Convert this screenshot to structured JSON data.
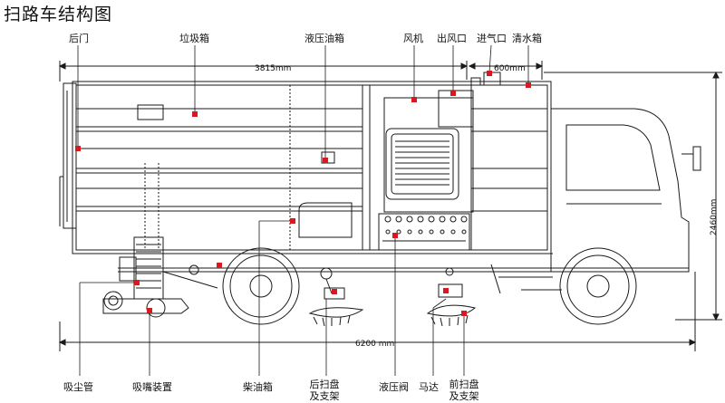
{
  "title": "扫路车结构图",
  "labels": {
    "rear_door": "后门",
    "garbage_box": "垃圾箱",
    "hydraulic_oil_tank": "液压油箱",
    "fan": "风机",
    "air_outlet": "出风口",
    "air_inlet": "进气口",
    "clean_water_tank": "清水箱",
    "dust_suction_pipe": "吸尘管",
    "suction_nozzle": "吸嘴装置",
    "diesel_tank": "柴油箱",
    "rear_brush_line1": "后扫盘",
    "rear_brush_line2": "及支架",
    "hydraulic_valve": "液压阀",
    "motor": "马达",
    "front_brush_line1": "前扫盘",
    "front_brush_line2": "及支架"
  },
  "dimensions": {
    "body_length": "3815mm",
    "inlet_width": "600mm",
    "overall_length": "6200 mm",
    "overall_height": "2460mm"
  },
  "colors": {
    "marker": "#d71920",
    "line": "#1a1a1a"
  }
}
